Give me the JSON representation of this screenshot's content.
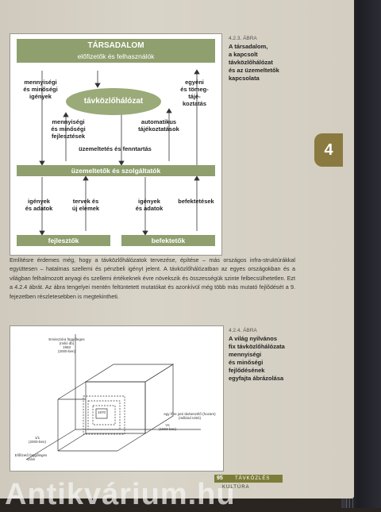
{
  "figure1": {
    "top_bar": "TÁRSADALOM",
    "top_sub": "előfizetők és felhasználók",
    "center": "távközlőhálózat",
    "middle_bar": "üzemeltetők és szolgáltatók",
    "left_bottom_bar": "fejlesztők",
    "right_bottom_bar": "befektetők",
    "labels": {
      "tl": "mennyiségi\nés minőségi\nigények",
      "tr": "egyéni\nés tömeg-\ntájé-\nkoztatás",
      "ml": "mennyiségi\nés minőségi\nfejlesztések",
      "mr": "automatikus\ntájékoztatások",
      "mc": "üzemeltetés és fenntartás",
      "b1": "igények\nés adatok",
      "b2": "tervek és\núj elemek",
      "b3": "igények\nés adatok",
      "b4": "befektetések"
    }
  },
  "caption1": {
    "num": "4.2.3. ÁBRA",
    "text": "A társadalom,\na kapcsolt\ntávközlőhálózat\nés az üzemeltetők\nkapcsolata"
  },
  "chapter_tab": "4",
  "paragraph": "Említésre érdemes még, hogy a távközlőhálózatok tervezése, építése – más országos infra-struktúrákkal együttesen – hatalmas szellemi és pénzbeli igényt jelent. A távközlőhálózatban az egyes országokban és a világban felhalmozott anyagi és szellemi értékeknek évre növekszik és összességük szinte felbecsülhetetlen. Ezt a 4.2.4 ábrát. Az ábra tengelyei mentén feltüntetett mutatókat és azonkívül még több más mutató fejlődését a 9. fejezetben részletesebben is megtekintheti.",
  "figure2": {
    "axis_top": "Emisszióra függőleges\n(milió db)\n1993\n(2000-ben)",
    "axis_right": "egy főre jutó távbeszélő (hozam)\n(milliárd USD)",
    "axis_right2": "Vs\n(1993-ban)",
    "axis_left": "1/1\n(2000-ben)",
    "axis_bottom_left": "Előfizető függőleges\nszám",
    "inner_label": "1970"
  },
  "caption2": {
    "num": "4.2.4. ÁBRA",
    "text": "A világ nyilvános\nfix távközlőhálózata\nmennyiségi\nés minőségi\nfejlődésének\negyfajta ábrázolása"
  },
  "footer": {
    "page_num": "95",
    "title_top": "TÁVKÖZLÉS",
    "title_bottom": "KULTÚRA"
  },
  "watermark": "Antikvárium.hu"
}
